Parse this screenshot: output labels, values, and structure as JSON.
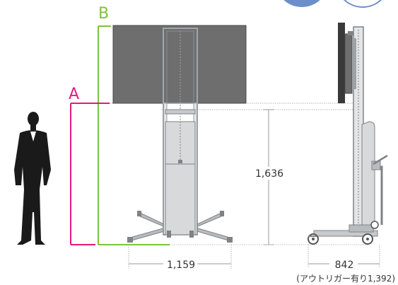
{
  "labels": {
    "a": "A",
    "b": "B",
    "height": "1,636",
    "width": "1,159",
    "depth": "842",
    "outrigger_note": "(アウトリガー有り1,392)"
  },
  "colors": {
    "a_marker": "#e6197e",
    "b_marker": "#7dc242",
    "screen": "#6e6e6e",
    "frame": "#b9bcbf",
    "panel": "#d7d9db",
    "person": "#1a1a1a",
    "dimension_line": "#9a9a9a",
    "deco_circle": "#6d8fc9"
  },
  "icons": {
    "person": "standing-person-silhouette",
    "screen": "display-screen",
    "stand": "mobile-tv-stand"
  }
}
